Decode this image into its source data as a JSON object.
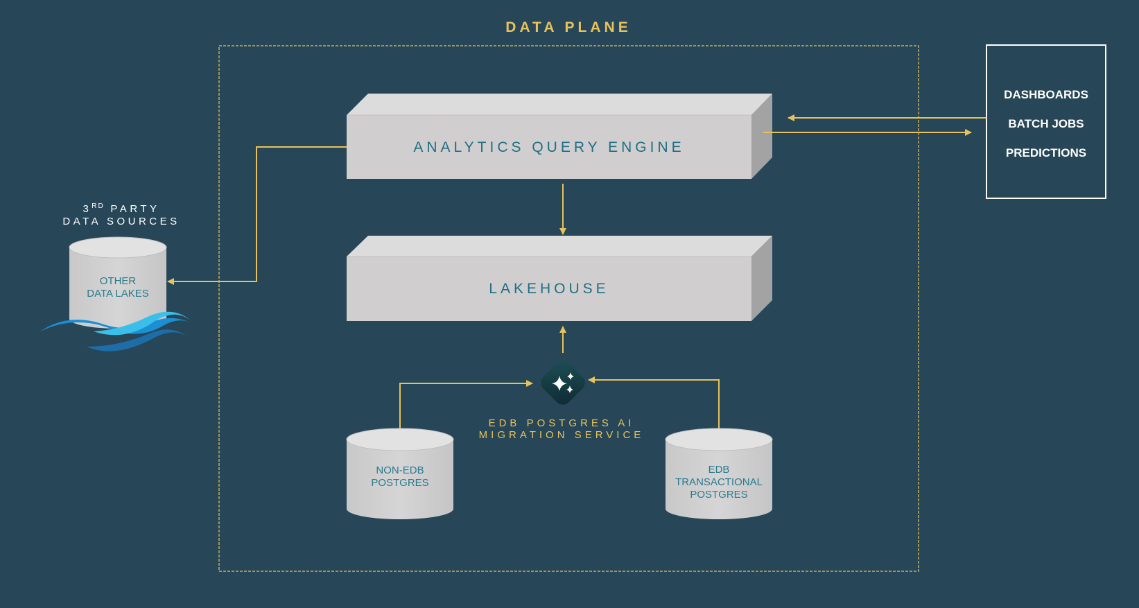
{
  "title": "DATA PLANE",
  "colors": {
    "background": "#274758",
    "accent": "#e8c25c",
    "box_face": "#d0cecf",
    "box_top": "#dcdcdc",
    "box_side": "#a3a3a3",
    "label_teal": "#1f6f84",
    "wave_light": "#3bbfe8",
    "wave_mid": "#1b8fd4",
    "wave_dark": "#1f6da8"
  },
  "engine": {
    "label": "ANALYTICS QUERY ENGINE"
  },
  "lakehouse": {
    "label": "LAKEHOUSE"
  },
  "migration": {
    "label_line1": "EDB POSTGRES AI",
    "label_line2": "MIGRATION SERVICE",
    "icon": "sparkles-icon"
  },
  "non_edb": {
    "line1": "NON-EDB",
    "line2": "POSTGRES"
  },
  "edb_tx": {
    "line1": "EDB",
    "line2": "TRANSACTIONAL",
    "line3": "POSTGRES"
  },
  "third_party": {
    "line1_num": "3",
    "line1_sup": "RD",
    "line1_rest": " PARTY",
    "line2": "DATA SOURCES"
  },
  "other_lakes": {
    "line1": "OTHER",
    "line2": "DATA LAKES"
  },
  "outputs": {
    "items": [
      "DASHBOARDS",
      "BATCH JOBS",
      "PREDICTIONS"
    ]
  }
}
